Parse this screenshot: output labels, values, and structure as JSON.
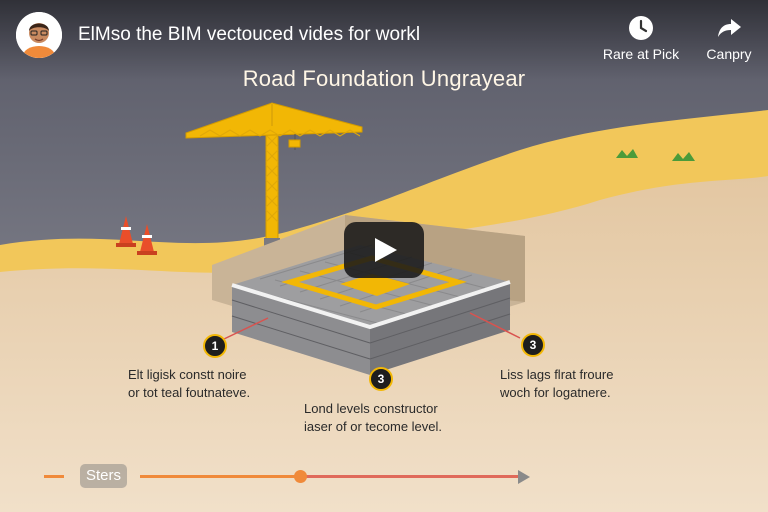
{
  "header": {
    "title": "ElMso the BIM vectouced vides for workl",
    "channel_avatar": "presenter-avatar",
    "actions": [
      {
        "label": "Rare at Pick",
        "icon": "clock-icon"
      },
      {
        "label": "Canpry",
        "icon": "share-icon"
      }
    ]
  },
  "video": {
    "heading": "Road Foundation Ungrayear",
    "play_icon": "play-icon",
    "callouts": [
      {
        "number": "1",
        "text_lines": [
          "Elt ligisk constt noire",
          "or tot teal foutnateve."
        ]
      },
      {
        "number": "3",
        "text_lines": [
          "Lond levels constructor",
          "iaser of or tecome level."
        ]
      },
      {
        "number": "3",
        "text_lines": [
          "Liss lags flrat froure",
          "woch for logatnere."
        ]
      }
    ]
  },
  "controls": {
    "chapter_label": "Sters",
    "progress": 0.42
  },
  "colors": {
    "sky": "#6c6d79",
    "sand": "#e9d3b6",
    "hill_yellow": "#f2c75a",
    "crane": "#f2b705",
    "accent_orange": "#f08a3a",
    "play_button_bg": "#191919"
  }
}
